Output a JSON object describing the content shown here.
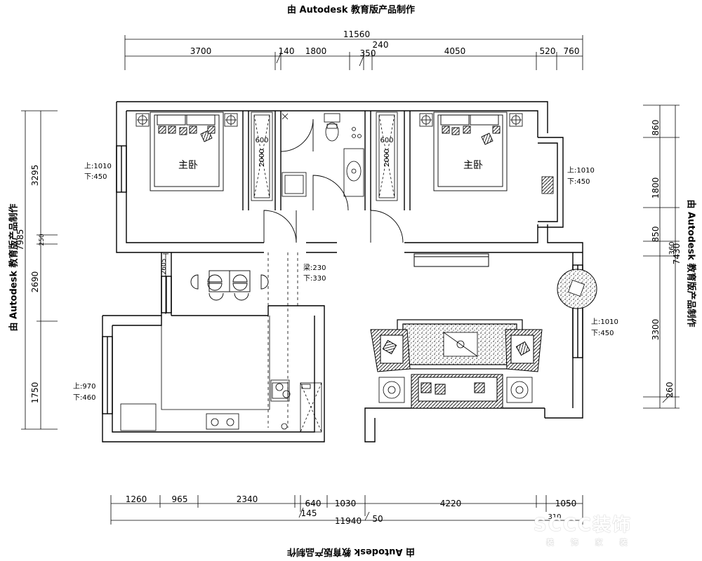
{
  "watermark": "由 Autodesk 教育版产品制作",
  "logo": {
    "main": "SCCC装饰",
    "sub": "装 饰 家 装"
  },
  "rooms": {
    "bedroom_left": "主卧",
    "bedroom_right": "主卧"
  },
  "window_notes": {
    "left_bedroom": {
      "top": "上:1010",
      "bottom": "下:450"
    },
    "right_bedroom": {
      "top": "上:1010",
      "bottom": "下:450"
    },
    "living": {
      "top": "上:1010",
      "bottom": "下:450"
    },
    "kitchen": {
      "top": "上:970",
      "bottom": "下:460"
    },
    "corridor": {
      "top": "梁:230",
      "bottom": "下:330"
    }
  },
  "wardrobe_labels": {
    "depth": "600",
    "width": "2000"
  },
  "dims_top": {
    "total": "11560",
    "seg_3700": "3700",
    "seg_140": "140",
    "seg_1800": "1800",
    "seg_350": "350",
    "seg_240": "240",
    "seg_4050": "4050",
    "seg_520": "520",
    "seg_760": "760"
  },
  "dims_bottom": {
    "total": "11940",
    "seg_1260": "1260",
    "seg_965": "965",
    "seg_2340": "2340",
    "seg_640": "640",
    "seg_145": "145",
    "seg_1030": "1030",
    "seg_50": "50",
    "seg_4220": "4220",
    "seg_1050": "1050",
    "seg_310": "310"
  },
  "dims_left": {
    "total": "7985",
    "seg_3295": "3295",
    "seg_250": "250",
    "seg_2690": "2690",
    "seg_1750": "1750",
    "seg_2605": "2605"
  },
  "dims_right": {
    "total": "7430",
    "seg_860": "860",
    "seg_1800": "1800",
    "seg_850": "850",
    "seg_360": "360",
    "seg_3300": "3300",
    "seg_260": "260"
  }
}
